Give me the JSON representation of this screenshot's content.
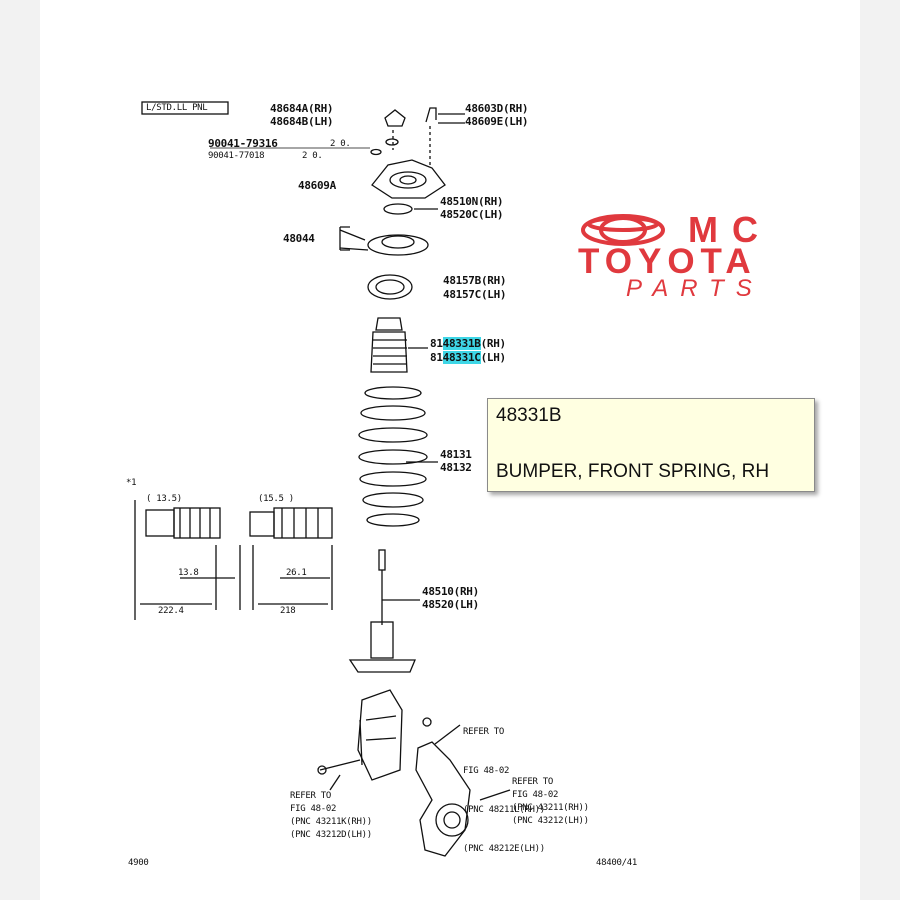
{
  "diagram": {
    "header_code": "L/STD.LL PNL",
    "parts": [
      {
        "id": "48684A",
        "suffix": "(RH)"
      },
      {
        "id": "48684B",
        "suffix": "(LH)"
      },
      {
        "id": "48603D",
        "suffix": "(RH)"
      },
      {
        "id": "48609E",
        "suffix": "(LH)"
      },
      {
        "id": "90041-79316",
        "suffix": ""
      },
      {
        "id": "90041-77018",
        "suffix": ""
      },
      {
        "id": "48609A",
        "suffix": ""
      },
      {
        "id": "48510N",
        "suffix": "(RH)"
      },
      {
        "id": "48520C",
        "suffix": "(LH)"
      },
      {
        "id": "48044",
        "suffix": ""
      },
      {
        "id": "48157B",
        "suffix": "(RH)"
      },
      {
        "id": "48157C",
        "suffix": "(LH)"
      },
      {
        "id": "48331B",
        "suffix": "(RH)"
      },
      {
        "id": "48331C",
        "suffix": "(LH)"
      },
      {
        "id": "48131",
        "suffix": ""
      },
      {
        "id": "48132",
        "suffix": ""
      },
      {
        "id": "48510",
        "suffix": "(RH)"
      },
      {
        "id": "48520",
        "suffix": "(LH)"
      }
    ],
    "small_notes": {
      "torque_a": "2 0.",
      "torque_b": "2 0.",
      "prefix_b": "81",
      "prefix_c": "81",
      "inset_mark": "*1",
      "inset_left_title": "(   13.5)",
      "inset_right_title": "(15.5   )",
      "dim_a": "13.8",
      "dim_b": "26.1",
      "dim_c": "222.4",
      "dim_d": "218",
      "footer_left": "4900",
      "footer_right": "48400/41"
    },
    "refer_notes": [
      {
        "lines": [
          "REFER TO",
          "FIG 48-02",
          "(PNC 48211L(RH))",
          "(PNC 48212E(LH))"
        ]
      },
      {
        "lines": [
          "REFER TO",
          "FIG 48-02",
          "(PNC 43211K(RH))",
          "(PNC 43212D(LH))"
        ]
      },
      {
        "lines": [
          "REFER TO",
          "FIG 48-02",
          "(PNC 43211(RH))",
          "(PNC 43212(LH))"
        ]
      }
    ]
  },
  "brand": {
    "line1": "MC",
    "line2": "TOYOTA",
    "line3": "PARTS",
    "color": "#e0393e"
  },
  "tooltip": {
    "part_number": "48331B",
    "description": "BUMPER, FRONT SPRING, RH"
  },
  "colors": {
    "highlight": "#3ed6e6",
    "tooltip_bg": "#ffffe1",
    "line": "#111111"
  }
}
